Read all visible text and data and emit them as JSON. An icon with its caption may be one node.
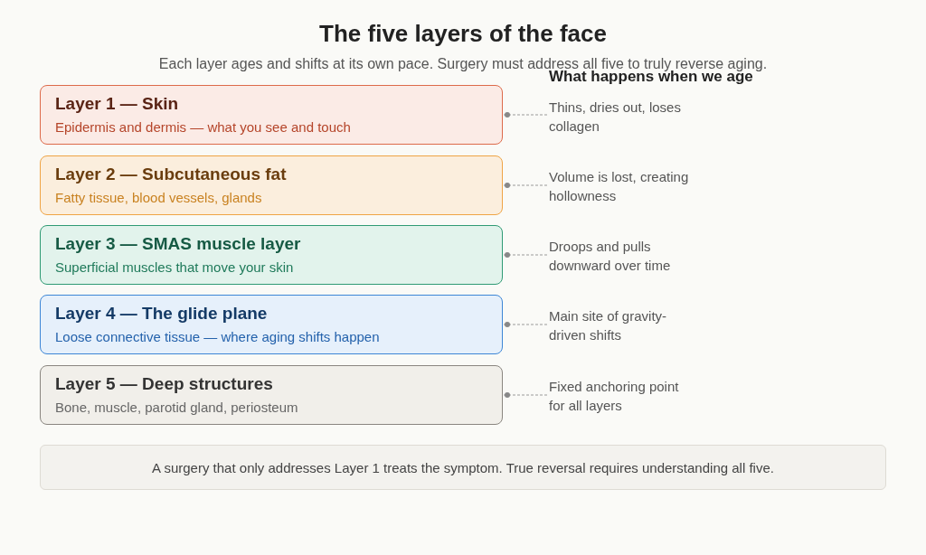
{
  "diagram": {
    "title": "The five layers of the face",
    "nodes": [
      {
        "text": [
          "Layer 1 — Skin",
          "Epidermis and dermis — what you see and touch"
        ]
      },
      {
        "text": [
          "Layer 2 — Subcutaneous fat",
          "Fatty tissue, blood vessels, glands"
        ]
      },
      {
        "text": [
          "Layer 3 — SMAS muscle layer",
          "Superficial muscles that move your skin"
        ]
      },
      {
        "text": [
          "Layer 4 — The glide plane",
          "Loose connective tissue — where aging shifts happen"
        ]
      },
      {
        "text": [
          "Layer 5 — Deep structures",
          "Bone, muscle, parotid gland, periosteum"
        ]
      },
      {
        "text": [
          "Thins, dries out, loses collagen"
        ]
      },
      {
        "text": [
          "Volume is lost, creating hollowness"
        ]
      },
      {
        "text": [
          "Droops and pulls downward over time"
        ]
      },
      {
        "text": [
          "Main site of gravity-driven shifts"
        ]
      },
      {
        "text": [
          "Fixed anchoring point for all layers"
        ]
      },
      {
        "text": [
          "A surgery that only addresses Layer 1 treats the symptom. True reversal requires understanding all five."
        ]
      }
    ],
    "edges": [
      {
        "from": 0,
        "to": 5,
        "arrow": "other",
        "style": "dashed"
      },
      {
        "from": 1,
        "to": 6,
        "arrow": "other",
        "style": "dashed"
      },
      {
        "from": 2,
        "to": 7,
        "arrow": "other",
        "style": "dashed"
      },
      {
        "from": 3,
        "to": 8,
        "arrow": "other",
        "style": "dashed"
      },
      {
        "from": 4,
        "to": 9,
        "arrow": "other",
        "style": "dashed"
      }
    ],
    "labels": [
      "Each layer ages and shifts at its own pace. Surgery must address all five to truly reverse aging.",
      "What happens when we age"
    ]
  }
}
